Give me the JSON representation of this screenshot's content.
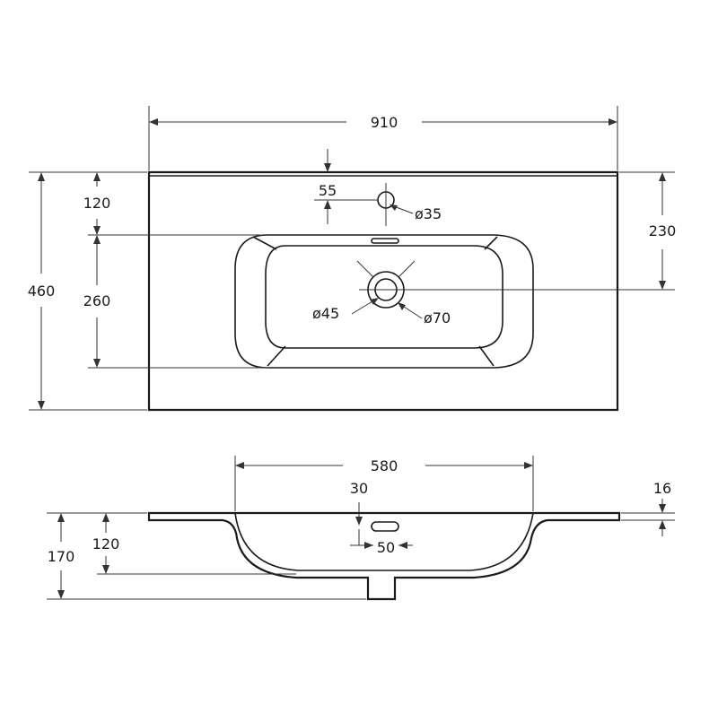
{
  "top_view": {
    "width": "910",
    "depth": "460",
    "tap_hole_offset": "55",
    "tap_hole_diameter": "ø35",
    "front_margin": "120",
    "bowl_length": "260",
    "drain_offset": "230",
    "drain_inner_diameter": "ø45",
    "drain_outer_diameter": "ø70"
  },
  "side_view": {
    "bowl_width": "580",
    "overflow_height": "30",
    "rim_thickness": "16",
    "overflow_width": "50",
    "bowl_depth": "120",
    "total_height": "170"
  },
  "colors": {
    "line": "#1a1a1a",
    "dimension": "#333333",
    "background": "#ffffff"
  }
}
